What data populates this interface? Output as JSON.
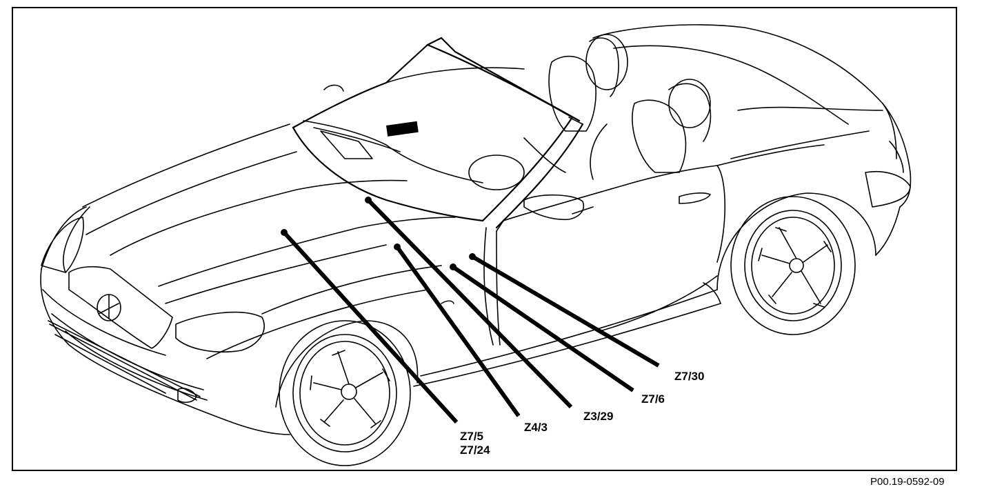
{
  "figure_id": "P00.19-0592-09",
  "callouts": [
    {
      "id": "z7-30",
      "label": "Z7/30"
    },
    {
      "id": "z7-6",
      "label": "Z7/6"
    },
    {
      "id": "z3-29",
      "label": "Z3/29"
    },
    {
      "id": "z4-3",
      "label": "Z4/3"
    },
    {
      "id": "z7-5",
      "label": "Z7/5"
    },
    {
      "id": "z7-24",
      "label": "Z7/24"
    }
  ],
  "colors": {
    "line": "#000000",
    "background": "#ffffff"
  }
}
